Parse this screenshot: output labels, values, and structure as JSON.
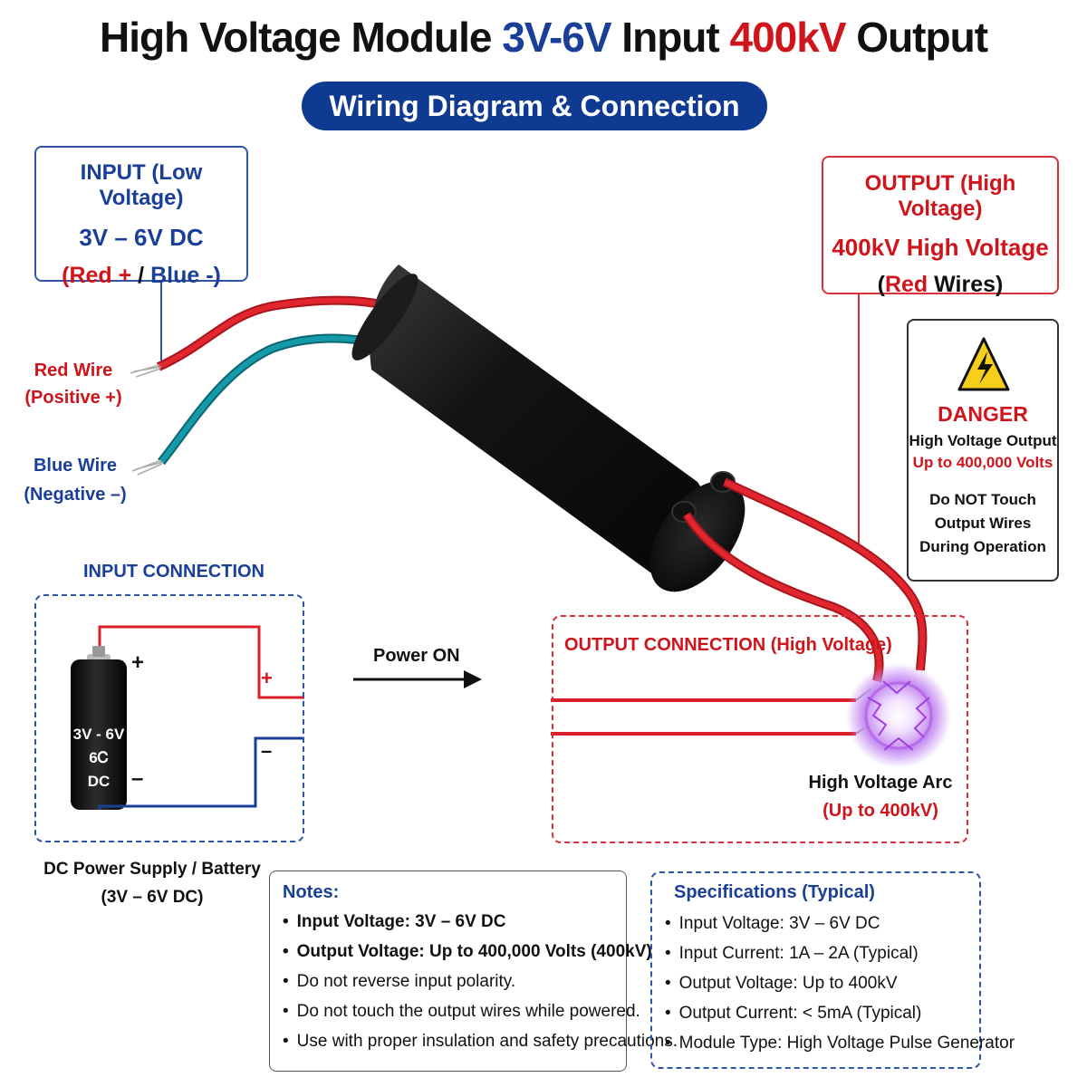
{
  "title": {
    "part1": "High Voltage Module ",
    "part2": "3V-6V",
    "part3": " Input ",
    "part4": "400kV",
    "part5": " Output"
  },
  "subtitle": "Wiring Diagram & Connection Guide",
  "input_box": {
    "heading": "INPUT (Low Voltage)",
    "voltage": "3V – 6V DC",
    "red_label": "Red +",
    "separator": " / ",
    "blue_label": "Blue -",
    "paren_open": "(",
    "paren_close": ")"
  },
  "output_box": {
    "heading": "OUTPUT (High Voltage)",
    "voltage": "400kV High Voltage",
    "paren_open": "(",
    "red_word": "Red",
    "rest": " Wires)"
  },
  "wire_labels": {
    "red_line1": "Red Wire",
    "red_line2": "(Positive +)",
    "blue_line1": "Blue Wire",
    "blue_line2": "(Negative –)"
  },
  "danger": {
    "icon": "high-voltage-warning-icon",
    "title": "DANGER",
    "line1": "High Voltage Output",
    "line2": "Up to 400,000 Volts",
    "line3": "Do NOT Touch",
    "line4": "Output Wires",
    "line5": "During Operation"
  },
  "input_connection": {
    "title": "INPUT CONNECTION",
    "battery_line1": "3V - 6V",
    "battery_line2": "6Ꮯ",
    "battery_line3": "DC",
    "plus": "+",
    "minus": "–",
    "caption_line1": "DC Power Supply / Battery",
    "caption_line2": "(3V – 6V DC)"
  },
  "power_on": "Power ON",
  "output_connection": {
    "title": "OUTPUT CONNECTION (High Voltage)",
    "arc_line1": "High Voltage Arc",
    "arc_line2": "(Up to 400kV)"
  },
  "notes": {
    "heading": "Notes:",
    "items": [
      "Input Voltage: 3V – 6V DC",
      "Output Voltage: Up to 400,000 Volts (400kV)",
      "Do not reverse input polarity.",
      "Do not touch the output wires while powered.",
      "Use with proper insulation and safety precautions."
    ]
  },
  "specs": {
    "heading": "Specifications (Typical)",
    "items": [
      "Input Voltage: 3V – 6V DC",
      "Input Current: 1A – 2A (Typical)",
      "Output Voltage: Up to 400kV",
      "Output Current: < 5mA (Typical)",
      "Module Type: High Voltage Pulse Generator"
    ]
  },
  "colors": {
    "brand_blue": "#0f3a92",
    "text_blue": "#1a3f99",
    "danger_red": "#d0141b",
    "wire_red": "#d9202a",
    "wire_teal": "#138a9a",
    "arc_purple": "#a040e0"
  }
}
